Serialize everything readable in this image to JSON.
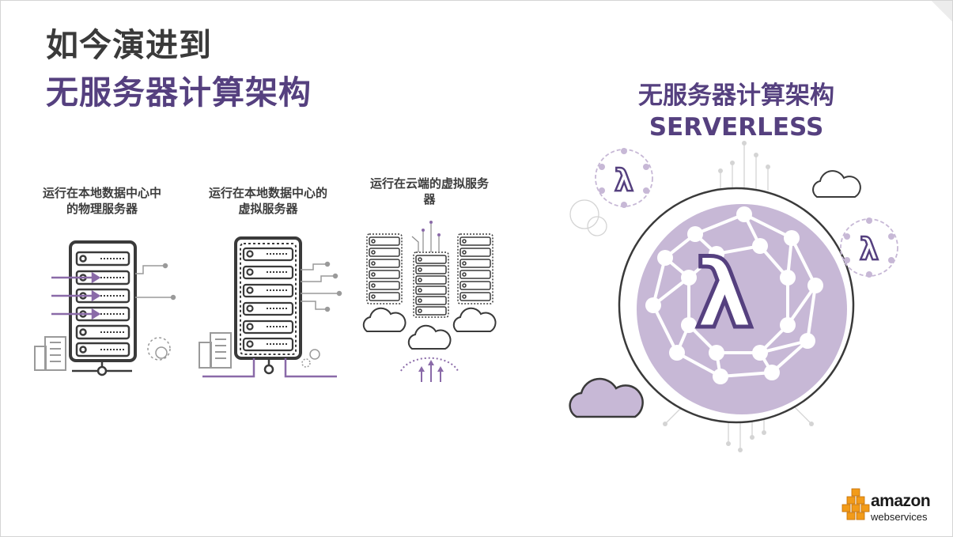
{
  "slide": {
    "title_line1": "如今演进到",
    "title_line2": "无服务器计算架构"
  },
  "panels": [
    {
      "caption": "运行在本地数据中心中的物理服务器"
    },
    {
      "caption": "运行在本地数据中心的虚拟服务器"
    },
    {
      "caption": "运行在云端的虚拟服务器"
    }
  ],
  "serverless": {
    "title": "无服务器计算架构SERVERLESS",
    "symbol": "λ"
  },
  "logo": {
    "line1": "amazon",
    "line2": "webservices"
  },
  "colors": {
    "accent": "#55407f",
    "lavender": "#c7b8d6",
    "dark": "#3a3a3a",
    "orange": "#f29b19"
  }
}
